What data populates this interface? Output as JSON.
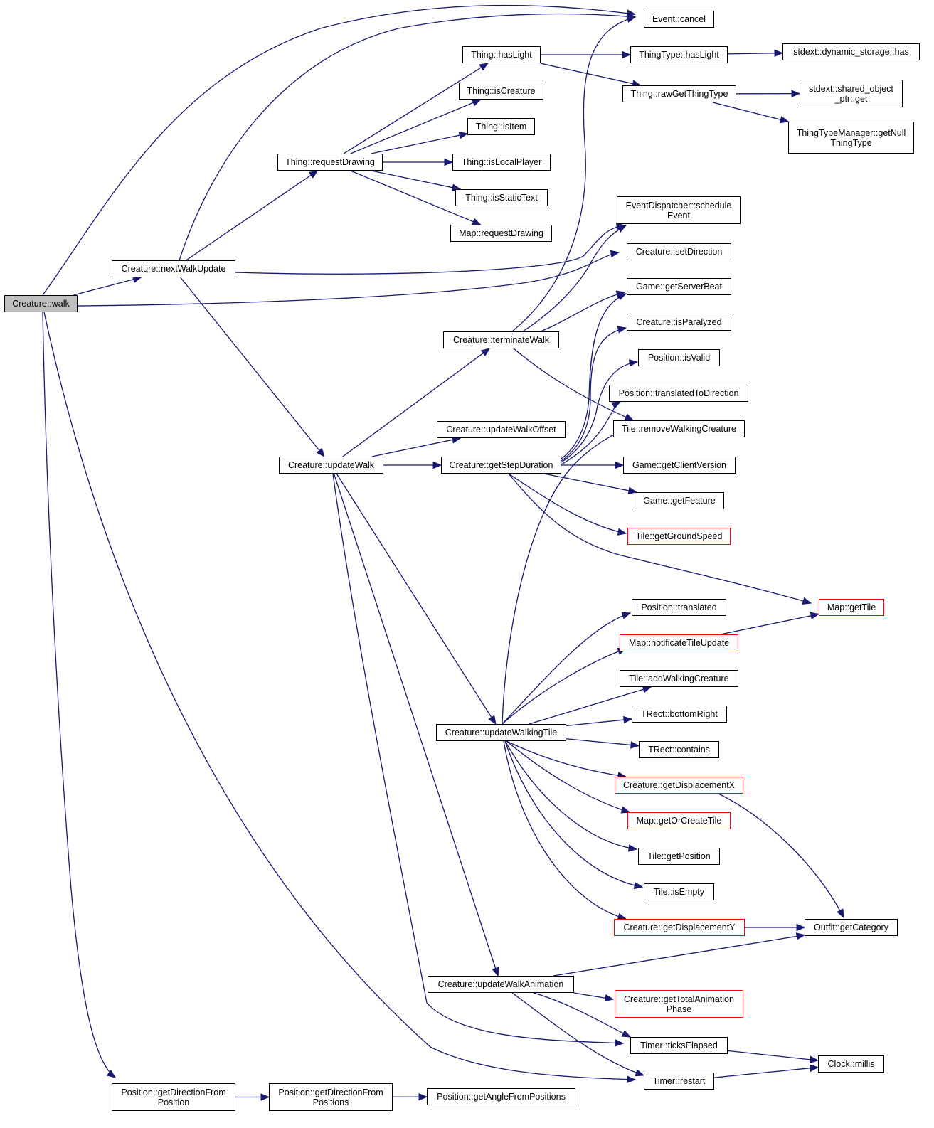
{
  "diagram": {
    "type": "call-graph",
    "nodes": [
      {
        "id": "walk",
        "label": "Creature::walk",
        "style": "root"
      },
      {
        "id": "nextWalkUpdate",
        "label": "Creature::nextWalkUpdate"
      },
      {
        "id": "requestDrawing",
        "label": "Thing::requestDrawing"
      },
      {
        "id": "updateWalk",
        "label": "Creature::updateWalk"
      },
      {
        "id": "getDirFromPos",
        "label": "Position::getDirectionFrom\nPosition"
      },
      {
        "id": "getDirFromPositions",
        "label": "Position::getDirectionFrom\nPositions"
      },
      {
        "id": "getAngleFromPositions",
        "label": "Position::getAngleFromPositions"
      },
      {
        "id": "thingHasLight",
        "label": "Thing::hasLight"
      },
      {
        "id": "isCreature",
        "label": "Thing::isCreature"
      },
      {
        "id": "isItem",
        "label": "Thing::isItem"
      },
      {
        "id": "isLocalPlayer",
        "label": "Thing::isLocalPlayer"
      },
      {
        "id": "isStaticText",
        "label": "Thing::isStaticText"
      },
      {
        "id": "mapRequestDrawing",
        "label": "Map::requestDrawing"
      },
      {
        "id": "terminateWalk",
        "label": "Creature::terminateWalk"
      },
      {
        "id": "updateWalkOffset",
        "label": "Creature::updateWalkOffset"
      },
      {
        "id": "getStepDuration",
        "label": "Creature::getStepDuration"
      },
      {
        "id": "updateWalkingTile",
        "label": "Creature::updateWalkingTile"
      },
      {
        "id": "updateWalkAnimation",
        "label": "Creature::updateWalkAnimation"
      },
      {
        "id": "eventCancel",
        "label": "Event::cancel"
      },
      {
        "id": "thingTypeHasLight",
        "label": "ThingType::hasLight"
      },
      {
        "id": "rawGetThingType",
        "label": "Thing::rawGetThingType"
      },
      {
        "id": "scheduleEvent",
        "label": "EventDispatcher::schedule\nEvent"
      },
      {
        "id": "setDirection",
        "label": "Creature::setDirection"
      },
      {
        "id": "getServerBeat",
        "label": "Game::getServerBeat"
      },
      {
        "id": "isParalyzed",
        "label": "Creature::isParalyzed"
      },
      {
        "id": "isValid",
        "label": "Position::isValid"
      },
      {
        "id": "translatedToDirection",
        "label": "Position::translatedToDirection"
      },
      {
        "id": "removeWalkingCreature",
        "label": "Tile::removeWalkingCreature"
      },
      {
        "id": "getClientVersion",
        "label": "Game::getClientVersion"
      },
      {
        "id": "getFeature",
        "label": "Game::getFeature"
      },
      {
        "id": "getGroundSpeed",
        "label": "Tile::getGroundSpeed",
        "style": "truncated"
      },
      {
        "id": "translated",
        "label": "Position::translated"
      },
      {
        "id": "notificateTileUpdate",
        "label": "Map::notificateTileUpdate",
        "style": "truncated"
      },
      {
        "id": "addWalkingCreature",
        "label": "Tile::addWalkingCreature"
      },
      {
        "id": "bottomRight",
        "label": "TRect::bottomRight"
      },
      {
        "id": "contains",
        "label": "TRect::contains"
      },
      {
        "id": "getDisplacementX",
        "label": "Creature::getDisplacementX",
        "style": "truncated"
      },
      {
        "id": "getOrCreateTile",
        "label": "Map::getOrCreateTile",
        "style": "truncated"
      },
      {
        "id": "tileGetPosition",
        "label": "Tile::getPosition"
      },
      {
        "id": "tileIsEmpty",
        "label": "Tile::isEmpty"
      },
      {
        "id": "getDisplacementY",
        "label": "Creature::getDisplacementY",
        "style": "truncated"
      },
      {
        "id": "getTotalAnimationPhase",
        "label": "Creature::getTotalAnimation\nPhase",
        "style": "truncated"
      },
      {
        "id": "ticksElapsed",
        "label": "Timer::ticksElapsed"
      },
      {
        "id": "timerRestart",
        "label": "Timer::restart"
      },
      {
        "id": "dynamicStorageHas",
        "label": "stdext::dynamic_storage::has"
      },
      {
        "id": "sharedObjectPtrGet",
        "label": "stdext::shared_object\n_ptr::get"
      },
      {
        "id": "getNullThingType",
        "label": "ThingTypeManager::getNull\nThingType"
      },
      {
        "id": "mapGetTile",
        "label": "Map::getTile",
        "style": "truncated"
      },
      {
        "id": "outfitGetCategory",
        "label": "Outfit::getCategory"
      },
      {
        "id": "clockMillis",
        "label": "Clock::millis"
      }
    ],
    "edges": [
      [
        "walk",
        "eventCancel"
      ],
      [
        "walk",
        "nextWalkUpdate"
      ],
      [
        "walk",
        "setDirection"
      ],
      [
        "walk",
        "getDirFromPos"
      ],
      [
        "walk",
        "timerRestart"
      ],
      [
        "nextWalkUpdate",
        "eventCancel"
      ],
      [
        "nextWalkUpdate",
        "requestDrawing"
      ],
      [
        "nextWalkUpdate",
        "scheduleEvent"
      ],
      [
        "nextWalkUpdate",
        "updateWalk"
      ],
      [
        "requestDrawing",
        "thingHasLight"
      ],
      [
        "requestDrawing",
        "isCreature"
      ],
      [
        "requestDrawing",
        "isItem"
      ],
      [
        "requestDrawing",
        "isLocalPlayer"
      ],
      [
        "requestDrawing",
        "isStaticText"
      ],
      [
        "requestDrawing",
        "mapRequestDrawing"
      ],
      [
        "thingHasLight",
        "thingTypeHasLight"
      ],
      [
        "thingHasLight",
        "rawGetThingType"
      ],
      [
        "thingTypeHasLight",
        "dynamicStorageHas"
      ],
      [
        "rawGetThingType",
        "sharedObjectPtrGet"
      ],
      [
        "rawGetThingType",
        "getNullThingType"
      ],
      [
        "updateWalk",
        "terminateWalk"
      ],
      [
        "updateWalk",
        "updateWalkOffset"
      ],
      [
        "updateWalk",
        "getStepDuration"
      ],
      [
        "updateWalk",
        "updateWalkingTile"
      ],
      [
        "updateWalk",
        "updateWalkAnimation"
      ],
      [
        "updateWalk",
        "ticksElapsed"
      ],
      [
        "terminateWalk",
        "eventCancel"
      ],
      [
        "terminateWalk",
        "scheduleEvent"
      ],
      [
        "terminateWalk",
        "getServerBeat"
      ],
      [
        "terminateWalk",
        "removeWalkingCreature"
      ],
      [
        "getStepDuration",
        "getServerBeat"
      ],
      [
        "getStepDuration",
        "isParalyzed"
      ],
      [
        "getStepDuration",
        "isValid"
      ],
      [
        "getStepDuration",
        "translatedToDirection"
      ],
      [
        "getStepDuration",
        "getClientVersion"
      ],
      [
        "getStepDuration",
        "getFeature"
      ],
      [
        "getStepDuration",
        "getGroundSpeed"
      ],
      [
        "getStepDuration",
        "mapGetTile"
      ],
      [
        "updateWalkingTile",
        "removeWalkingCreature"
      ],
      [
        "updateWalkingTile",
        "translated"
      ],
      [
        "updateWalkingTile",
        "notificateTileUpdate"
      ],
      [
        "updateWalkingTile",
        "addWalkingCreature"
      ],
      [
        "updateWalkingTile",
        "bottomRight"
      ],
      [
        "updateWalkingTile",
        "contains"
      ],
      [
        "updateWalkingTile",
        "getDisplacementX"
      ],
      [
        "updateWalkingTile",
        "getOrCreateTile"
      ],
      [
        "updateWalkingTile",
        "tileGetPosition"
      ],
      [
        "updateWalkingTile",
        "tileIsEmpty"
      ],
      [
        "updateWalkingTile",
        "getDisplacementY"
      ],
      [
        "notificateTileUpdate",
        "mapGetTile"
      ],
      [
        "getDisplacementX",
        "outfitGetCategory"
      ],
      [
        "getDisplacementY",
        "outfitGetCategory"
      ],
      [
        "updateWalkAnimation",
        "outfitGetCategory"
      ],
      [
        "updateWalkAnimation",
        "getTotalAnimationPhase"
      ],
      [
        "updateWalkAnimation",
        "ticksElapsed"
      ],
      [
        "updateWalkAnimation",
        "timerRestart"
      ],
      [
        "ticksElapsed",
        "clockMillis"
      ],
      [
        "timerRestart",
        "clockMillis"
      ],
      [
        "getDirFromPos",
        "getDirFromPositions"
      ],
      [
        "getDirFromPositions",
        "getAngleFromPositions"
      ]
    ]
  }
}
